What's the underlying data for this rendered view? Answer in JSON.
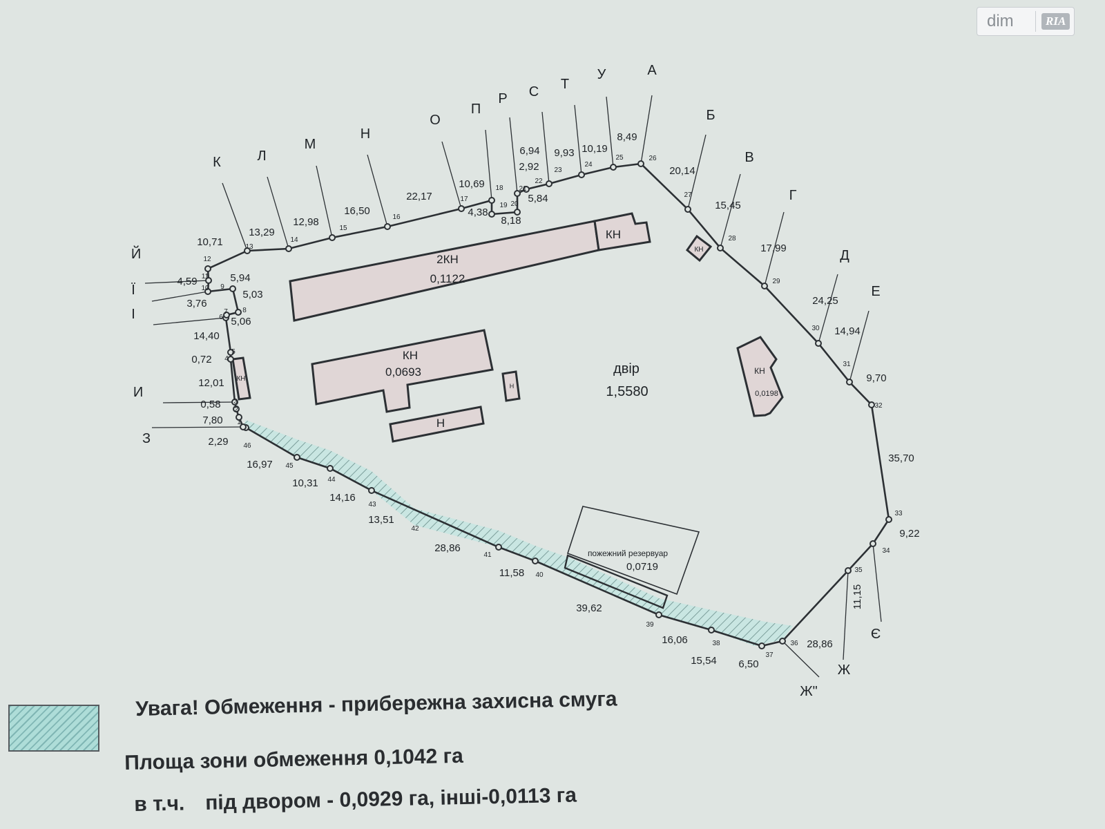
{
  "watermark": {
    "brand": "dim",
    "sub_brand": "RIA"
  },
  "parcel": {
    "area_label": "двір",
    "area_value": "1,5580",
    "points": [
      "1",
      "2",
      "3",
      "4",
      "5",
      "6",
      "7",
      "8",
      "9",
      "10",
      "11",
      "12",
      "13",
      "14",
      "15",
      "16",
      "17",
      "18",
      "19",
      "20",
      "21",
      "22",
      "23",
      "24",
      "25",
      "26",
      "27",
      "28",
      "29",
      "30",
      "31",
      "32",
      "33",
      "34",
      "35",
      "36",
      "37",
      "38",
      "39",
      "40",
      "41",
      "42",
      "43",
      "44",
      "45",
      "46"
    ],
    "segment_lengths": [
      "10,71",
      "13,29",
      "12,98",
      "16,50",
      "22,17",
      "10,69",
      "4,38",
      "8,18",
      "5,84",
      "2,92",
      "6,94",
      "9,93",
      "10,19",
      "8,49",
      "20,14",
      "15,45",
      "17,99",
      "24,25",
      "14,94",
      "9,70",
      "35,70",
      "9,22",
      "11,15",
      "28,86",
      "6,50",
      "15,54",
      "16,06",
      "39,62",
      "11,58",
      "28,86",
      "13,51",
      "14,16",
      "10,31",
      "16,97",
      "2,29",
      "7,80",
      "0,58",
      "12,01",
      "0,72",
      "14,40",
      "5,06",
      "5,03",
      "3,76",
      "5,94",
      "4,59"
    ]
  },
  "neighbors": [
    "А",
    "Б",
    "В",
    "Г",
    "Д",
    "Е",
    "Є",
    "Ж",
    "Ж\"",
    "З",
    "И",
    "І",
    "Ї",
    "Й",
    "К",
    "Л",
    "М",
    "Н",
    "О",
    "П",
    "Р",
    "С",
    "Т",
    "У"
  ],
  "buildings": [
    {
      "code": "2КН",
      "area": "0,1122"
    },
    {
      "code": "КН",
      "area": "0,0693"
    },
    {
      "code": "Н"
    },
    {
      "code": "Н"
    },
    {
      "code": "КН"
    },
    {
      "code": "КН",
      "area": "0,0198"
    },
    {
      "code": "КН"
    },
    {
      "code": "КН"
    }
  ],
  "reservoir": {
    "label": "пожежний резервуар",
    "area": "0,0719"
  },
  "legend": {
    "restriction": "Увага! Обмеження - прибережна захисна смуга",
    "area_line": "Площа зони обмеження 0,1042 га",
    "incl_prefix": "в т.ч.",
    "incl_detail": "під двором - 0,0929 га, інші-0,0113 га"
  }
}
